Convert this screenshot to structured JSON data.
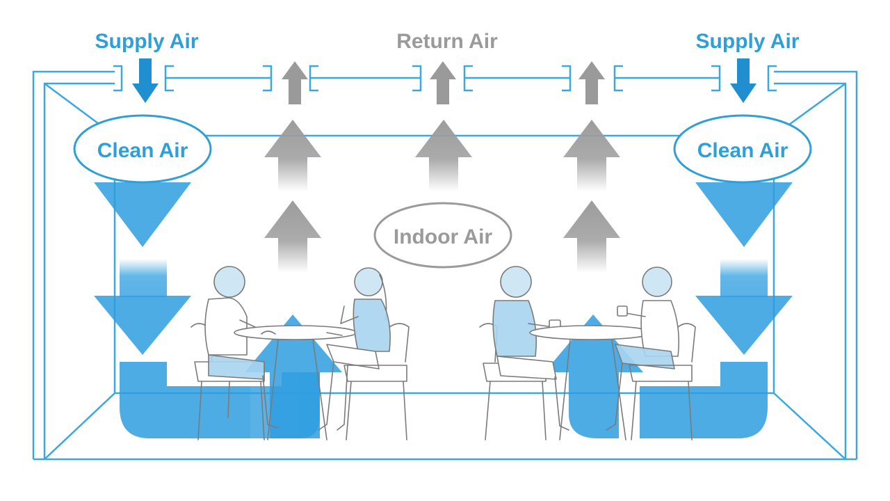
{
  "labels": {
    "supply_left": "Supply Air",
    "return": "Return Air",
    "supply_right": "Supply Air",
    "clean_left": "Clean Air",
    "clean_right": "Clean Air",
    "indoor": "Indoor Air"
  },
  "colors": {
    "supply_blue": "#2f9fd8",
    "flow_blue": "#2f9ee0",
    "return_gray": "#9a9a9a",
    "room_line": "#3aa8e0",
    "person_line": "#7a7a7a",
    "person_fill": "#a9d4ef"
  },
  "icons": [
    "supply-arrow-icon",
    "return-arrow-icon",
    "person-icon",
    "chair-icon",
    "table-icon"
  ]
}
